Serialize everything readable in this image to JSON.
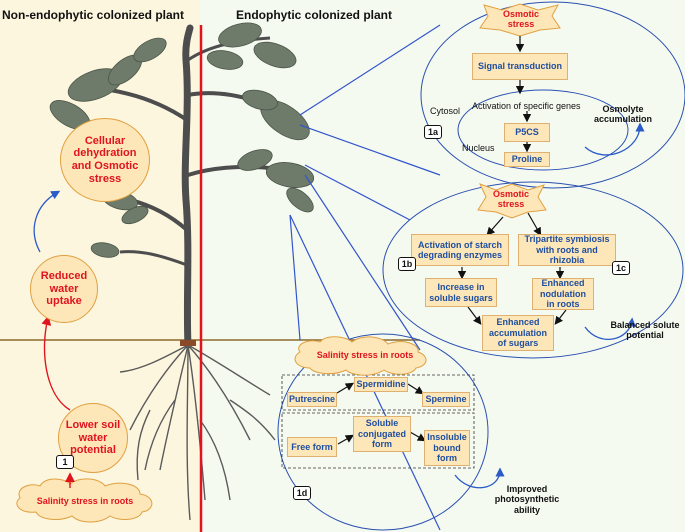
{
  "left_panel": {
    "title": "Non-endophytic colonized plant",
    "circles": {
      "dehydration": "Cellular dehydration and Osmotic stress",
      "reduced_uptake": "Reduced water uptake",
      "lower_potential": "Lower soil water potential"
    },
    "salinity_cloud": "Salinity stress in roots",
    "tag": "1"
  },
  "right_panel": {
    "title": "Endophytic colonized plant"
  },
  "panel_1a": {
    "tag": "1a",
    "osmotic_stress": "Osmotic stress",
    "signal_transduction": "Signal transduction",
    "activation_genes": "Activation of specific genes",
    "cytosol": "Cytosol",
    "nucleus": "Nucleus",
    "p5cs": "P5CS",
    "proline": "Proline",
    "osmolyte": "Osmolyte accumulation"
  },
  "panel_1bc": {
    "tag_b": "1b",
    "tag_c": "1c",
    "osmotic_stress": "Osmotic stress",
    "starch_enzymes": "Activation of starch degrading enzymes",
    "tripartite": "Tripartite symbiosis with roots and rhizobia",
    "soluble_sugars": "Increase in soluble sugars",
    "nodulation": "Enhanced nodulation in roots",
    "accumulation": "Enhanced accumulation of sugars",
    "balanced": "Balanced solute potential"
  },
  "panel_1d": {
    "tag": "1d",
    "salinity_cloud": "Salinity stress in roots",
    "putrescine": "Putrescine",
    "spermidine": "Spermidine",
    "spermine": "Spermine",
    "free_form": "Free form",
    "soluble_conjugated": "Soluble conjugated form",
    "insoluble_bound": "Insoluble bound form",
    "improved": "Improved photosynthetic ability"
  },
  "colors": {
    "left_bg": "#fdf6df",
    "right_bg": "#f0f7ea",
    "accent_red": "#e0141e",
    "box_fill": "#fde6b8",
    "box_text": "#1f4fa0",
    "connector_blue": "#3355cc",
    "leaf_grey": "#6e7b6a"
  }
}
